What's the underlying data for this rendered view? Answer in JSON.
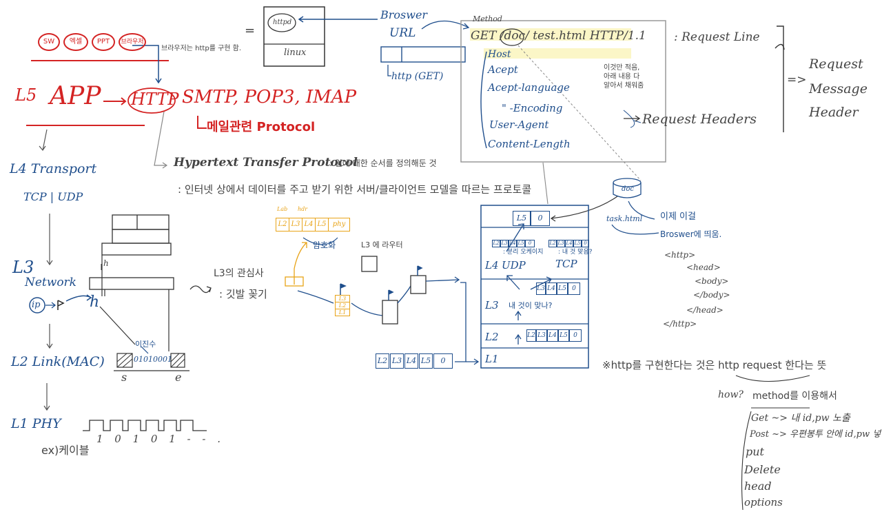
{
  "top_pills": [
    "SW",
    "엑셀",
    "PPT",
    "브라우저"
  ],
  "browser_note": "브라우저는 http를 구현 함.",
  "server": {
    "daemon": "httpd",
    "os": "linux"
  },
  "browser": {
    "label": "Broswer",
    "url": "URL",
    "get": "http (GET)"
  },
  "request": {
    "method_label": "Method",
    "line": "GET /doc/ test.html   HTTP/1.1",
    "line_label": ": Request Line",
    "headers": [
      "Host",
      "Acept",
      "Acept-language",
      "\"  -Encoding",
      "User-Agent",
      "Content-Length"
    ],
    "note": "이것만 적음,\n아래 내용 다\n알아서 채워줌",
    "headers_label": "Request  Headers",
    "message": [
      "Request",
      "Message",
      "Header"
    ]
  },
  "layers": {
    "l5": "L5",
    "app": "APP",
    "http": "HTTP",
    "mail_protocols": "SMTP, POP3, IMAP",
    "mail_note": "메일관련 Protocol",
    "l4": "L4 Transport",
    "l4_sub": "TCP | UDP",
    "l3": "L3",
    "l3_sub": "Network",
    "ip": "ip",
    "l2": "L2 Link(MAC)",
    "l1": "L1 PHY",
    "cable": "ex)케이블",
    "bits": "1 0 1 0 1  - - .",
    "mac_bits": "01010001",
    "mac_note": "이진수",
    "h": "h",
    "s": "s",
    "e": "e"
  },
  "http_def": {
    "title": "Hypertext Transfer Protocol",
    "line1": ": 일에 대한 순서를 정의해둔 것",
    "line2": ": 인터넷 상에서 데이터를 주고 받기 위한 서버/클라이언트 모델을 따르는 프로토콜"
  },
  "encap": {
    "cells": [
      "L2",
      "L3",
      "L4",
      "L5",
      "phy"
    ],
    "hdr_labels": [
      "Lab",
      "hdr"
    ],
    "note": "암호화",
    "router": "L3 에 라우터",
    "l3_interest": "L3의 관심사",
    "flag": ": 깃발 꽂기",
    "stack": [
      "L3",
      "L2",
      "L1"
    ],
    "bottom_cells": [
      "L2",
      "L3",
      "L4",
      "L5",
      "0"
    ]
  },
  "stack_box": {
    "l5_cells": [
      "L5",
      "0"
    ],
    "udp_cells": [
      "L2",
      "L3",
      "L4",
      "L5",
      "0"
    ],
    "tcp_cells": [
      "L2",
      "L3",
      "L4",
      "L5",
      "0"
    ],
    "separate": ": 분리 오케이지",
    "mine": ": 내 것 맞음?",
    "l4": "L4",
    "udp": "UDP",
    "tcp": "TCP",
    "l3": "L3",
    "l3_note": "내 것이 맞나?",
    "l3_cells": [
      "L3",
      "L4",
      "L5",
      "0"
    ],
    "l2": "L2",
    "l2_cells": [
      "L2",
      "L3",
      "L4",
      "L5",
      "0"
    ],
    "l1": "L1"
  },
  "doc_label": "doc",
  "file": "task.html",
  "browser_show": [
    "이제 이걸",
    "Broswer에 띄움."
  ],
  "html_tags": [
    "<http>",
    "<head>",
    "<body>",
    "</body>",
    "</head>",
    "</http>"
  ],
  "impl": {
    "line": "※http를 구현한다는 것은  http request 한다는 뜻",
    "how": "how?",
    "method": "method를 이용해서",
    "methods": [
      "Get ~> 내 id,pw 노출",
      "Post ~> 우편봉투 안에 id,pw 넣어 보냄",
      "put",
      "Delete",
      "head",
      "options"
    ]
  },
  "equals": "=",
  "arrow_word": "=>"
}
